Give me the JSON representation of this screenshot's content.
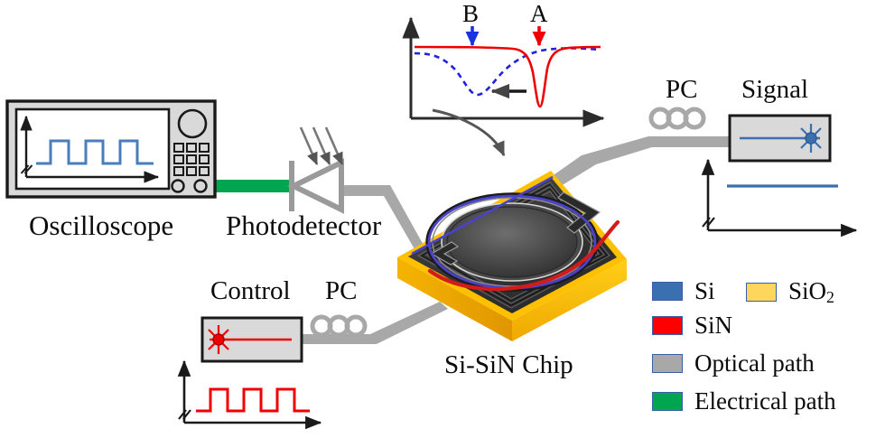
{
  "figure": {
    "type": "experimental-setup-schematic",
    "description": "Si-SiN chip optomechanical / microring experiment setup"
  },
  "labels": {
    "oscilloscope": "Oscilloscope",
    "photodetector": "Photodetector",
    "chip": "Si-SiN Chip",
    "control": "Control",
    "signal": "Signal",
    "pc_control": "PC",
    "pc_signal": "PC"
  },
  "inset": {
    "marker_b": "B",
    "marker_a": "A",
    "arrow_b_color": "#1a33e0",
    "arrow_a_color": "#ef0000",
    "red_curve_color": "#ef0000",
    "blue_curve_color": "#2222dd",
    "axis_color": "#2b2b2b",
    "shift_arrow_direction": "left",
    "note_red": "narrow deep resonance dip (A)",
    "note_blue": "broad shallow resonance dip (B), shifted left"
  },
  "oscilloscope_trace": {
    "type": "line",
    "name": "detected square wave",
    "color": "#4a7ebb",
    "waveform": "square",
    "cycles": 3,
    "axis_break": true
  },
  "control_trace": {
    "type": "line",
    "name": "control modulation",
    "color": "#ef0000",
    "waveform": "square",
    "cycles": 3,
    "axis_break": true
  },
  "signal_trace": {
    "type": "line",
    "name": "signal CW level",
    "color": "#3a6fb0",
    "waveform": "constant",
    "cycles": 0,
    "axis_break": true
  },
  "colors": {
    "si": "#3a6fb0",
    "sio2": "#ffd65c",
    "sin": "#ff0000",
    "optical_path": "#a8a8a8",
    "electrical_path": "#00a550",
    "chip_substrate": "#ffc000",
    "chip_surface": "#3f3f3f",
    "instrument_body": "#d9d9d9",
    "outline": "#1a1a1a"
  },
  "legend": {
    "items": [
      {
        "id": "si",
        "label": "Si",
        "sublabel": "",
        "color": "#3a6fb0"
      },
      {
        "id": "sio2",
        "label": "SiO",
        "sublabel": "2",
        "color": "#ffd65c"
      },
      {
        "id": "sin",
        "label": "SiN",
        "sublabel": "",
        "color": "#ff0000"
      },
      {
        "id": "optical",
        "label": "Optical path",
        "sublabel": "",
        "color": "#a8a8a8"
      },
      {
        "id": "electrical",
        "label": "Electrical path",
        "sublabel": "",
        "color": "#00a550"
      }
    ]
  }
}
